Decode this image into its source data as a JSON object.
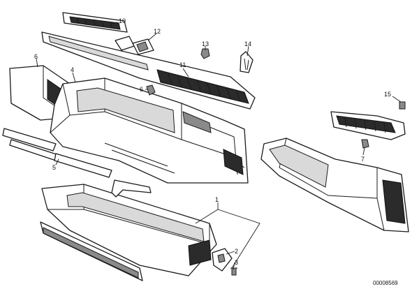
{
  "callouts": {
    "c1": "1",
    "c2": "2",
    "c3": "3",
    "c4": "4",
    "c5": "5",
    "c6a": "6",
    "c6b": "6",
    "c7": "7",
    "c10": "10",
    "c11": "11",
    "c12": "12",
    "c13": "13",
    "c14": "14",
    "c15": "15"
  },
  "reference_number": "00008569"
}
